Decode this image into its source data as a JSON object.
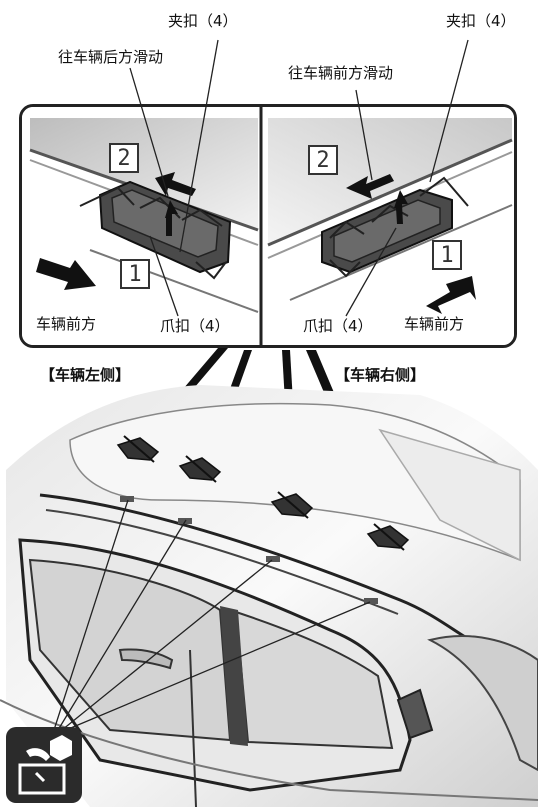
{
  "labels": {
    "clip_left": "夹扣（4）",
    "clip_right": "夹扣（4）",
    "slide_rear": "往车辆后方滑动",
    "slide_front": "往车辆前方滑动",
    "step1_left": "1",
    "step2_left": "2",
    "step1_right": "1",
    "step2_right": "2",
    "front_left": "车辆前方",
    "front_right": "车辆前方",
    "claw_left": "爪扣（4）",
    "claw_right": "爪扣（4）",
    "side_left": "【车辆左侧】",
    "side_right": "【车辆右侧】"
  },
  "icons": {
    "badge": "hand-install-icon"
  }
}
